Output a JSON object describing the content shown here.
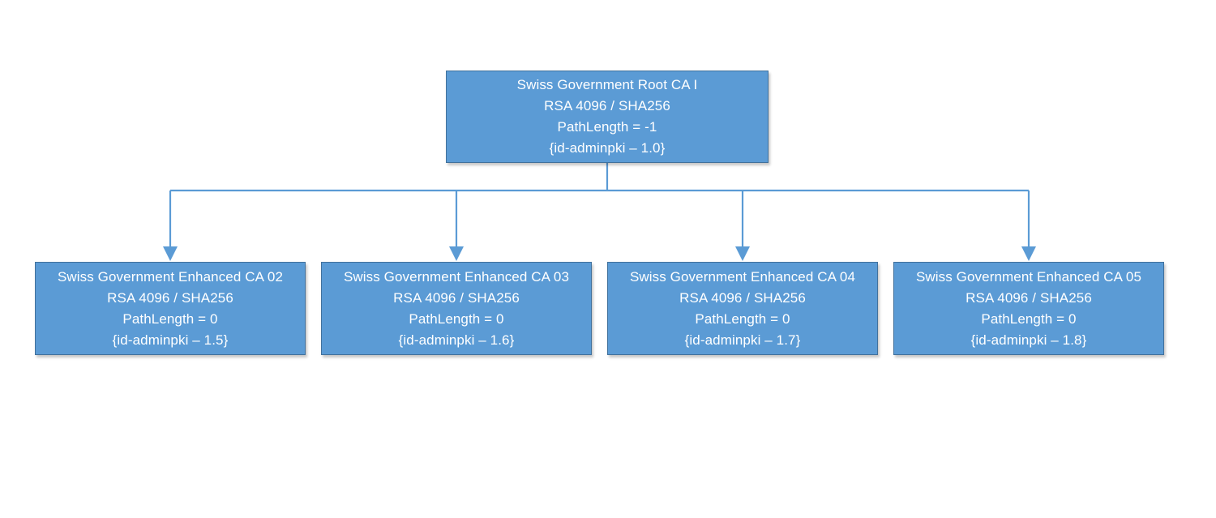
{
  "colors": {
    "node_fill": "#5b9bd5",
    "node_border": "#41719c",
    "connector": "#5b9bd5",
    "text": "#ffffff"
  },
  "root": {
    "name": "Swiss Government Root CA I",
    "algorithm": "RSA 4096 / SHA256",
    "path_length": "PathLength = -1",
    "oid": "{id-adminpki – 1.0}"
  },
  "children": [
    {
      "name": "Swiss Government Enhanced CA 02",
      "algorithm": "RSA 4096 / SHA256",
      "path_length": "PathLength = 0",
      "oid": "{id-adminpki – 1.5}"
    },
    {
      "name": "Swiss Government Enhanced CA 03",
      "algorithm": "RSA 4096 / SHA256",
      "path_length": "PathLength = 0",
      "oid": "{id-adminpki – 1.6}"
    },
    {
      "name": "Swiss Government Enhanced CA 04",
      "algorithm": "RSA 4096 / SHA256",
      "path_length": "PathLength = 0",
      "oid": "{id-adminpki – 1.7}"
    },
    {
      "name": "Swiss Government Enhanced CA 05",
      "algorithm": "RSA 4096 / SHA256",
      "path_length": "PathLength = 0",
      "oid": "{id-adminpki – 1.8}"
    }
  ]
}
